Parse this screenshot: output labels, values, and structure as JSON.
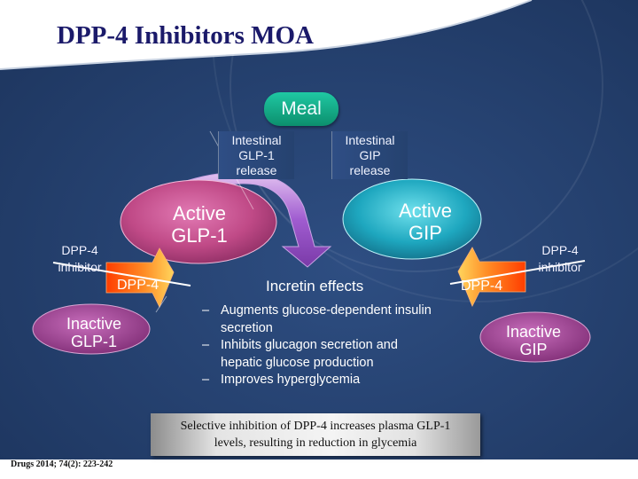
{
  "title": "DPP-4 Inhibitors MOA",
  "meal": "Meal",
  "intestinal_glp1": [
    "Intestinal",
    "GLP-1",
    "release"
  ],
  "intestinal_gip": [
    "Intestinal",
    "GIP",
    "release"
  ],
  "active_glp1": [
    "Active",
    "GLP-1"
  ],
  "active_gip": [
    "Active",
    "GIP"
  ],
  "dpp4_inhibitor_left": [
    "DPP-4",
    "inhibitor"
  ],
  "dpp4_inhibitor_right": [
    "DPP-4",
    "inhibitor"
  ],
  "dpp4_left": "DPP-4",
  "dpp4_right": "DPP-4",
  "inactive_glp1": [
    "Inactive",
    "GLP-1"
  ],
  "inactive_gip": [
    "Inactive",
    "GIP"
  ],
  "incretin_effects": {
    "title": "Incretin effects",
    "items": [
      {
        "dash": "–",
        "text": "Augments glucose-dependent insulin secretion"
      },
      {
        "dash": "–",
        "text": "Inhibits glucagon secretion and hepatic glucose production"
      },
      {
        "dash": "–",
        "text": "Improves hyperglycemia"
      }
    ]
  },
  "conclusion": [
    "Selective inhibition of DPP-4 increases plasma GLP-1",
    "levels, resulting in reduction in glycemia"
  ],
  "reference": "Drugs 2014; 74(2): 223-242",
  "colors": {
    "background": "#25406d",
    "title": "#1b1a6a",
    "meal": "#15a886",
    "active_glp1": "#c24a86",
    "active_gip": "#1d9bb2",
    "dpp4_arrow": "#ff6a1a",
    "inactive": "#9c3a8c",
    "incretin_arrow": "#a35ec9"
  }
}
